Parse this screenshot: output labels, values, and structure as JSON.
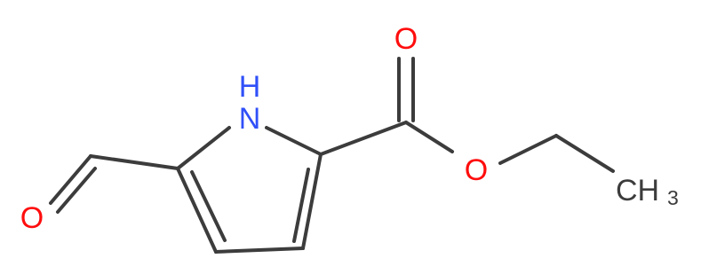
{
  "atoms": {
    "n1": {
      "symbol": "N",
      "hydrogen": "H",
      "element": "nitrogen"
    },
    "o_carbonyl_ester": {
      "symbol": "O",
      "element": "oxygen"
    },
    "o_ether_ester": {
      "symbol": "O",
      "element": "oxygen"
    },
    "o_aldehyde": {
      "symbol": "O",
      "element": "oxygen"
    },
    "ch3": {
      "symbol": "CH",
      "subscript": "3",
      "element": "carbon"
    }
  },
  "colors": {
    "bond": "#3c3c3c",
    "nitrogen": "#3050f8",
    "oxygen": "#ff0d0d",
    "carbon": "#3c3c3c"
  }
}
